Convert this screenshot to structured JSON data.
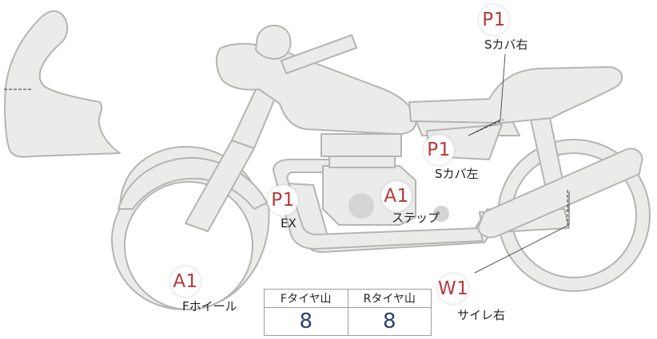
{
  "markers": [
    {
      "id": "p1-side-cover-right",
      "code": "P1",
      "label": "Sカバ右"
    },
    {
      "id": "p1-side-cover-left",
      "code": "P1",
      "label": "Sカバ左"
    },
    {
      "id": "p1-exhaust",
      "code": "P1",
      "label": "EX"
    },
    {
      "id": "a1-step",
      "code": "A1",
      "label": "ステップ"
    },
    {
      "id": "a1-front-wheel",
      "code": "A1",
      "label": "Fホイール"
    },
    {
      "id": "w1-muffler-right",
      "code": "W1",
      "label": "サイレ右"
    }
  ],
  "tread_table": {
    "headers": [
      "Fタイヤ山",
      "Rタイヤ山"
    ],
    "values": [
      "8",
      "8"
    ]
  },
  "colors": {
    "body_fill": "#ebebea",
    "outline": "#b4b4b2",
    "marker_code": "#b53a3a",
    "tread_value": "#2d3f73"
  }
}
